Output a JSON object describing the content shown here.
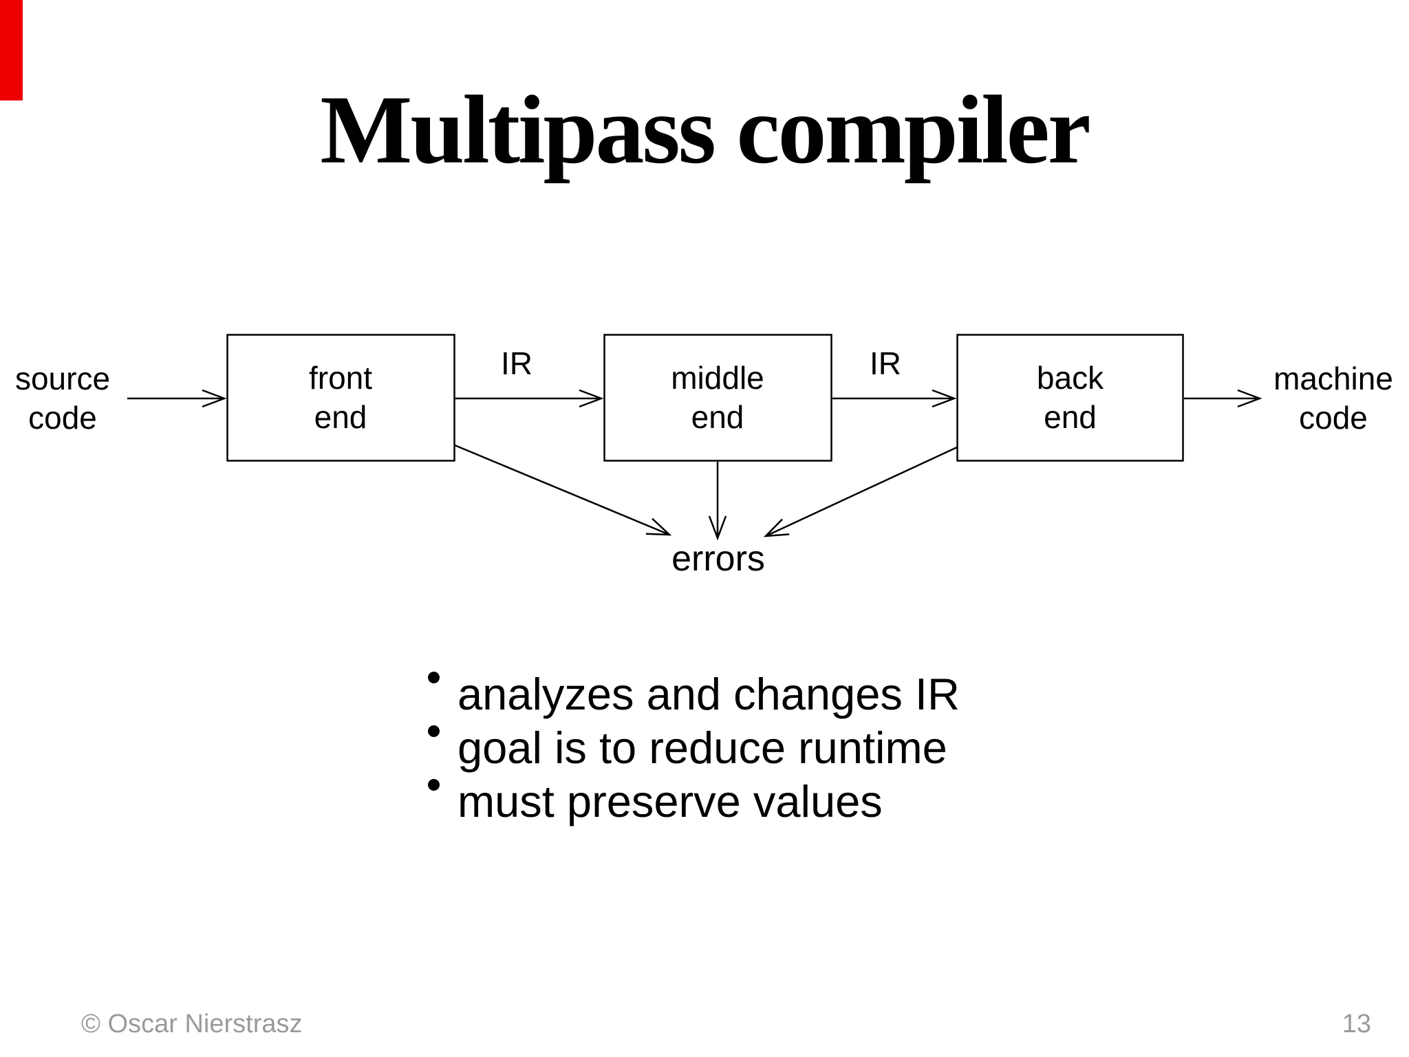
{
  "slide": {
    "title": "Multipass compiler",
    "copyright": "© Oscar Nierstrasz",
    "page_number": "13",
    "colors": {
      "red_mark": "#ee0000",
      "ink": "#000000",
      "footer_gray": "#9a9a9a"
    }
  },
  "diagram": {
    "input_label": {
      "line1": "source",
      "line2": "code"
    },
    "output_label": {
      "line1": "machine",
      "line2": "code"
    },
    "nodes": {
      "front": {
        "line1": "front",
        "line2": "end"
      },
      "middle": {
        "line1": "middle",
        "line2": "end"
      },
      "back": {
        "line1": "back",
        "line2": "end"
      }
    },
    "edge_labels": {
      "ir1": "IR",
      "ir2": "IR"
    },
    "sink_label": "errors"
  },
  "bullets": {
    "items": [
      "analyzes and changes IR",
      "goal is to reduce runtime",
      "must preserve values"
    ]
  }
}
